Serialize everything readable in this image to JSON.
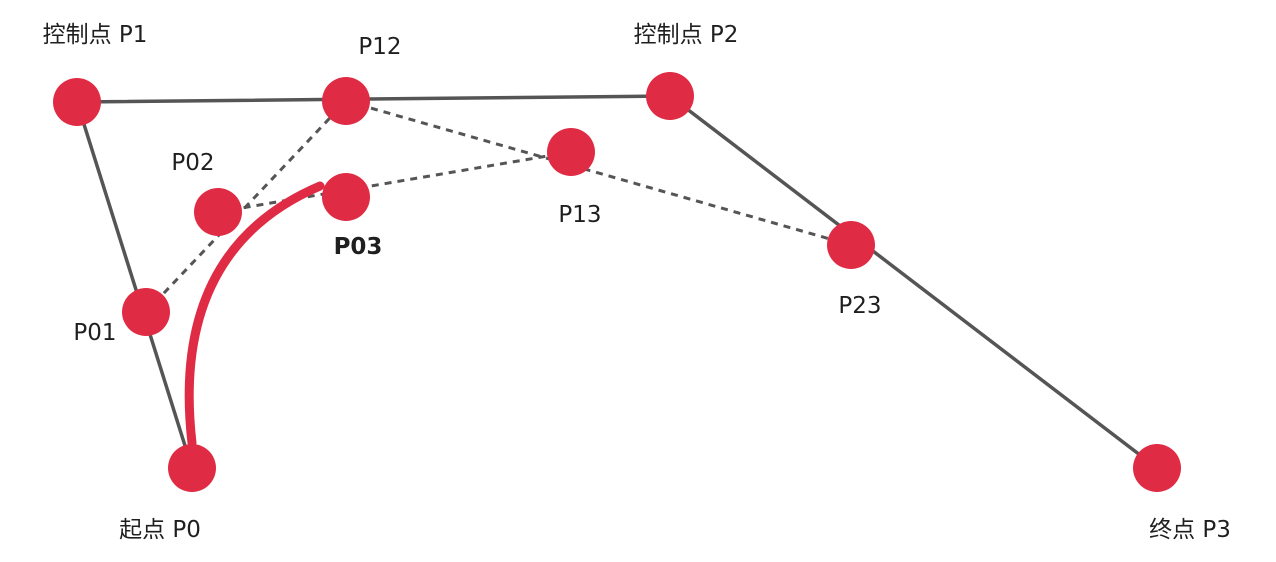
{
  "colors": {
    "point": "#e02b44",
    "curve": "#e02b44",
    "line": "#555555",
    "label": "#1f1f1f",
    "accent_label": "#e02b44"
  },
  "points": [
    {
      "id": "P0",
      "label": "起点 P0"
    },
    {
      "id": "P1",
      "label": "控制点 P1"
    },
    {
      "id": "P2",
      "label": "控制点 P2"
    },
    {
      "id": "P3",
      "label": "终点 P3"
    },
    {
      "id": "P01",
      "label": "P01"
    },
    {
      "id": "P12",
      "label": "P12"
    },
    {
      "id": "P23",
      "label": "P23"
    },
    {
      "id": "P02",
      "label": "P02"
    },
    {
      "id": "P13",
      "label": "P13"
    },
    {
      "id": "P03",
      "label": "P03",
      "accent": true
    }
  ],
  "solid_segments": [
    [
      "P0",
      "P1"
    ],
    [
      "P1",
      "P2"
    ],
    [
      "P2",
      "P3"
    ]
  ],
  "dashed_segments": [
    [
      "P01",
      "P12"
    ],
    [
      "P12",
      "P23"
    ],
    [
      "P02",
      "P13"
    ]
  ],
  "curve": {
    "from": "P0",
    "to": "P03"
  }
}
